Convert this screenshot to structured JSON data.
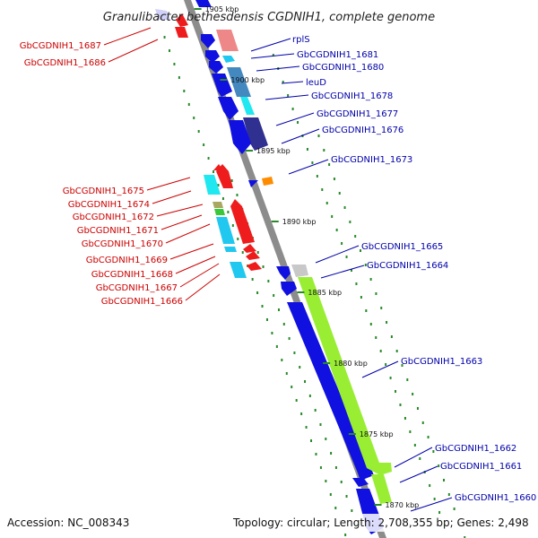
{
  "figure": {
    "title": "Granulibacter bethesdensis CGDNIH1, complete genome",
    "accession": "Accession: NC_008343",
    "topology": "Topology: circular; Length: 2,708,355 bp; Genes: 2,498"
  },
  "ticks": [
    {
      "label": "1905 kbp",
      "kbp": 1905
    },
    {
      "label": "1900 kbp",
      "kbp": 1900
    },
    {
      "label": "1895 kbp",
      "kbp": 1895
    },
    {
      "label": "1890 kbp",
      "kbp": 1890
    },
    {
      "label": "1885 kbp",
      "kbp": 1885
    },
    {
      "label": "1880 kbp",
      "kbp": 1880
    },
    {
      "label": "1875 kbp",
      "kbp": 1875
    },
    {
      "label": "1870 kbp",
      "kbp": 1870
    }
  ],
  "genes_left": [
    "GbCGDNIH1_1687",
    "GbCGDNIH1_1686",
    "GbCGDNIH1_1675",
    "GbCGDNIH1_1674",
    "GbCGDNIH1_1672",
    "GbCGDNIH1_1671",
    "GbCGDNIH1_1670",
    "GbCGDNIH1_1669",
    "GbCGDNIH1_1668",
    "GbCGDNIH1_1667",
    "GbCGDNIH1_1666"
  ],
  "genes_right": [
    "rplS",
    "GbCGDNIH1_1681",
    "GbCGDNIH1_1680",
    "leuD",
    "GbCGDNIH1_1678",
    "GbCGDNIH1_1677",
    "GbCGDNIH1_1676",
    "GbCGDNIH1_1673",
    "GbCGDNIH1_1665",
    "GbCGDNIH1_1664",
    "GbCGDNIH1_1663",
    "GbCGDNIH1_1662",
    "GbCGDNIH1_1661",
    "GbCGDNIH1_1660"
  ],
  "colors": {
    "backbone": "#8c8c8c",
    "left_label": "#cc0000",
    "right_label": "#0000aa",
    "dots": "#2a8a2a",
    "cds_blue": "#1010e0",
    "cds_navy": "#303090",
    "cds_cyan": "#20c8f0",
    "cds_red": "#ee1c1c",
    "cds_green": "#99ee33",
    "cds_pink": "#ee8888",
    "cds_orange": "#ff8c00"
  }
}
